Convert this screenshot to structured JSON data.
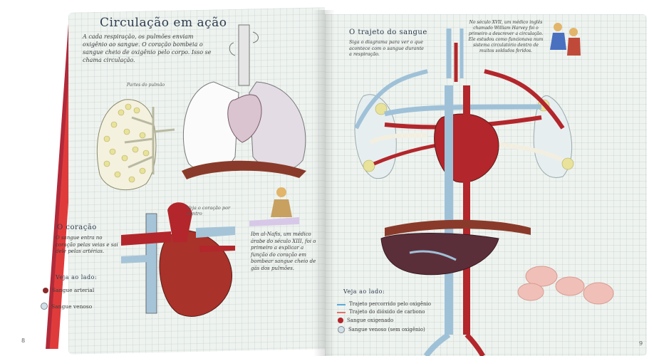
{
  "left_page": {
    "title": "Circulação em ação",
    "intro": "A cada respiração, os pulmões enviam oxigênio ao sangue. O coração bombeia o sangue cheio de oxigênio pelo corpo. Isso se chama circulação.",
    "lung_parts_label": "Partes do pulmão",
    "see_heart_label": "Veja o coração por dentro",
    "ibn_text": "Ibn al-Nafis, um médico árabe do século XIII, foi o primeiro a explicar a função do coração em bombear sangue cheio de gás dos pulmões.",
    "heart_heading": "O coração",
    "heart_text": "O sangue entra no coração pelas veias e sai dele pelas artérias.",
    "legend_title": "Veja ao lado:",
    "legend": [
      "Sangue arterial",
      "Sangue venoso"
    ],
    "page_number": "8"
  },
  "right_page": {
    "heading": "O trajeto do sangue",
    "intro": "Siga o diagrama para ver o que acontece com o sangue durante a respiração.",
    "harvey_text": "No século XVII, um médico inglês chamado William Harvey foi o primeiro a descrever a circulação. Ele estudou como funcionava num sistema circulatório dentro de muitos soldados feridos.",
    "legend_title": "Veja ao lado:",
    "legend": [
      "Trajeto percorrido pelo oxigênio",
      "Trajeto do dióxido de carbono",
      "Sangue oxigenado",
      "Sangue venoso (sem oxigênio)"
    ],
    "page_number": "9"
  },
  "colors": {
    "artery": "#b3262b",
    "vein": "#9fc1d8",
    "oxygen_path": "#5aa9d6",
    "co2_path": "#e0736a",
    "lung_yellow": "#e8e29a",
    "liver": "#5b2f3a",
    "title_ink": "#2e3b4e"
  }
}
